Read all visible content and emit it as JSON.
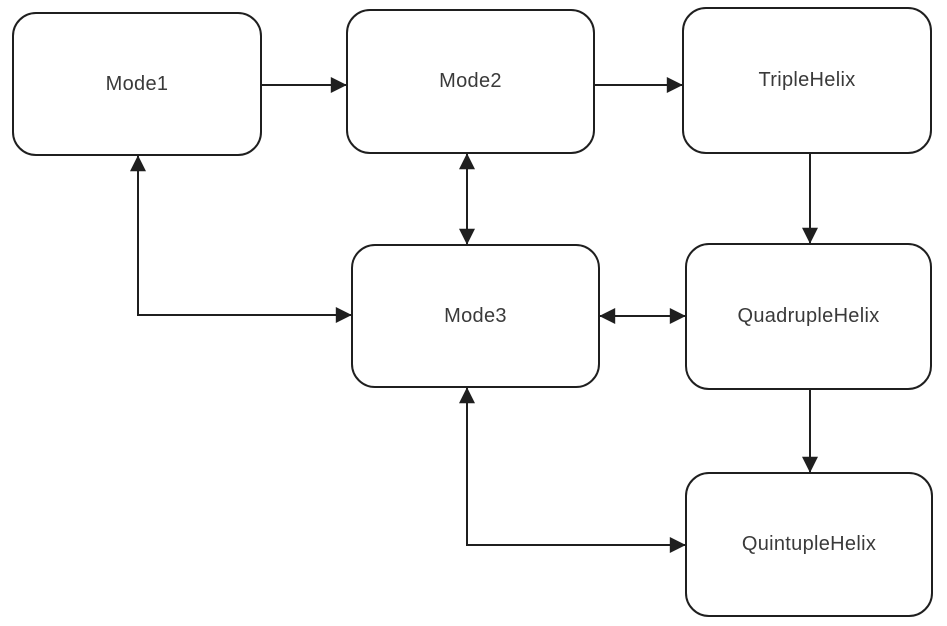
{
  "diagram": {
    "type": "flowchart",
    "nodes": [
      {
        "id": "mode1",
        "label": "Mode1"
      },
      {
        "id": "mode2",
        "label": "Mode2"
      },
      {
        "id": "triple-helix",
        "label": "TripleHelix"
      },
      {
        "id": "mode3",
        "label": "Mode3"
      },
      {
        "id": "quadruple-helix",
        "label": "QuadrupleHelix"
      },
      {
        "id": "quintuple-helix",
        "label": "QuintupleHelix"
      }
    ],
    "edges": [
      {
        "from": "Mode1",
        "to": "Mode2",
        "direction": "one-way",
        "route": "straight-horizontal"
      },
      {
        "from": "Mode2",
        "to": "TripleHelix",
        "direction": "one-way",
        "route": "straight-horizontal"
      },
      {
        "from": "Mode2",
        "to": "Mode3",
        "direction": "two-way",
        "route": "straight-vertical"
      },
      {
        "from": "TripleHelix",
        "to": "QuadrupleHelix",
        "direction": "one-way",
        "route": "straight-vertical"
      },
      {
        "from": "Mode3",
        "to": "QuadrupleHelix",
        "direction": "two-way",
        "route": "straight-horizontal"
      },
      {
        "from": "QuadrupleHelix",
        "to": "QuintupleHelix",
        "direction": "one-way",
        "route": "straight-vertical"
      },
      {
        "from": "Mode1",
        "to": "Mode3",
        "direction": "two-way",
        "route": "elbow-down-right"
      },
      {
        "from": "Mode3",
        "to": "QuintupleHelix",
        "direction": "two-way",
        "route": "elbow-down-right"
      }
    ],
    "colors": {
      "background": "#ffffff",
      "node_fill": "#ffffff",
      "line": "#1f1f1f",
      "text": "#3a3a3a"
    }
  }
}
